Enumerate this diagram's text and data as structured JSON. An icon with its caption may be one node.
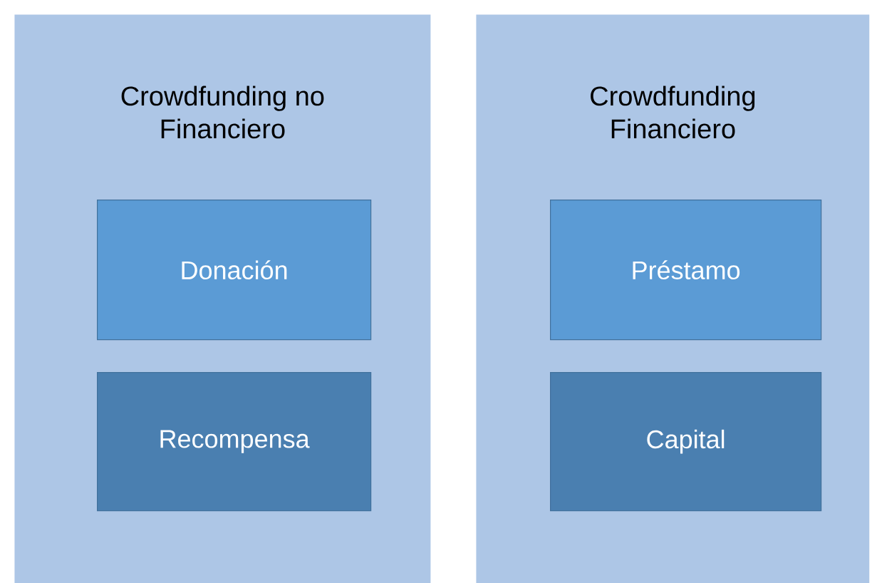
{
  "diagram": {
    "nodes": [
      {
        "text": [
          "Crowdfunding no Financiero"
        ]
      },
      {
        "text": [
          "Donación"
        ],
        "in": 0
      },
      {
        "text": [
          "Recompensa"
        ],
        "in": 0
      },
      {
        "text": [
          "Crowdfunding Financiero"
        ]
      },
      {
        "text": [
          "Préstamo"
        ],
        "in": 3
      },
      {
        "text": [
          "Capital"
        ],
        "in": 3
      }
    ]
  }
}
